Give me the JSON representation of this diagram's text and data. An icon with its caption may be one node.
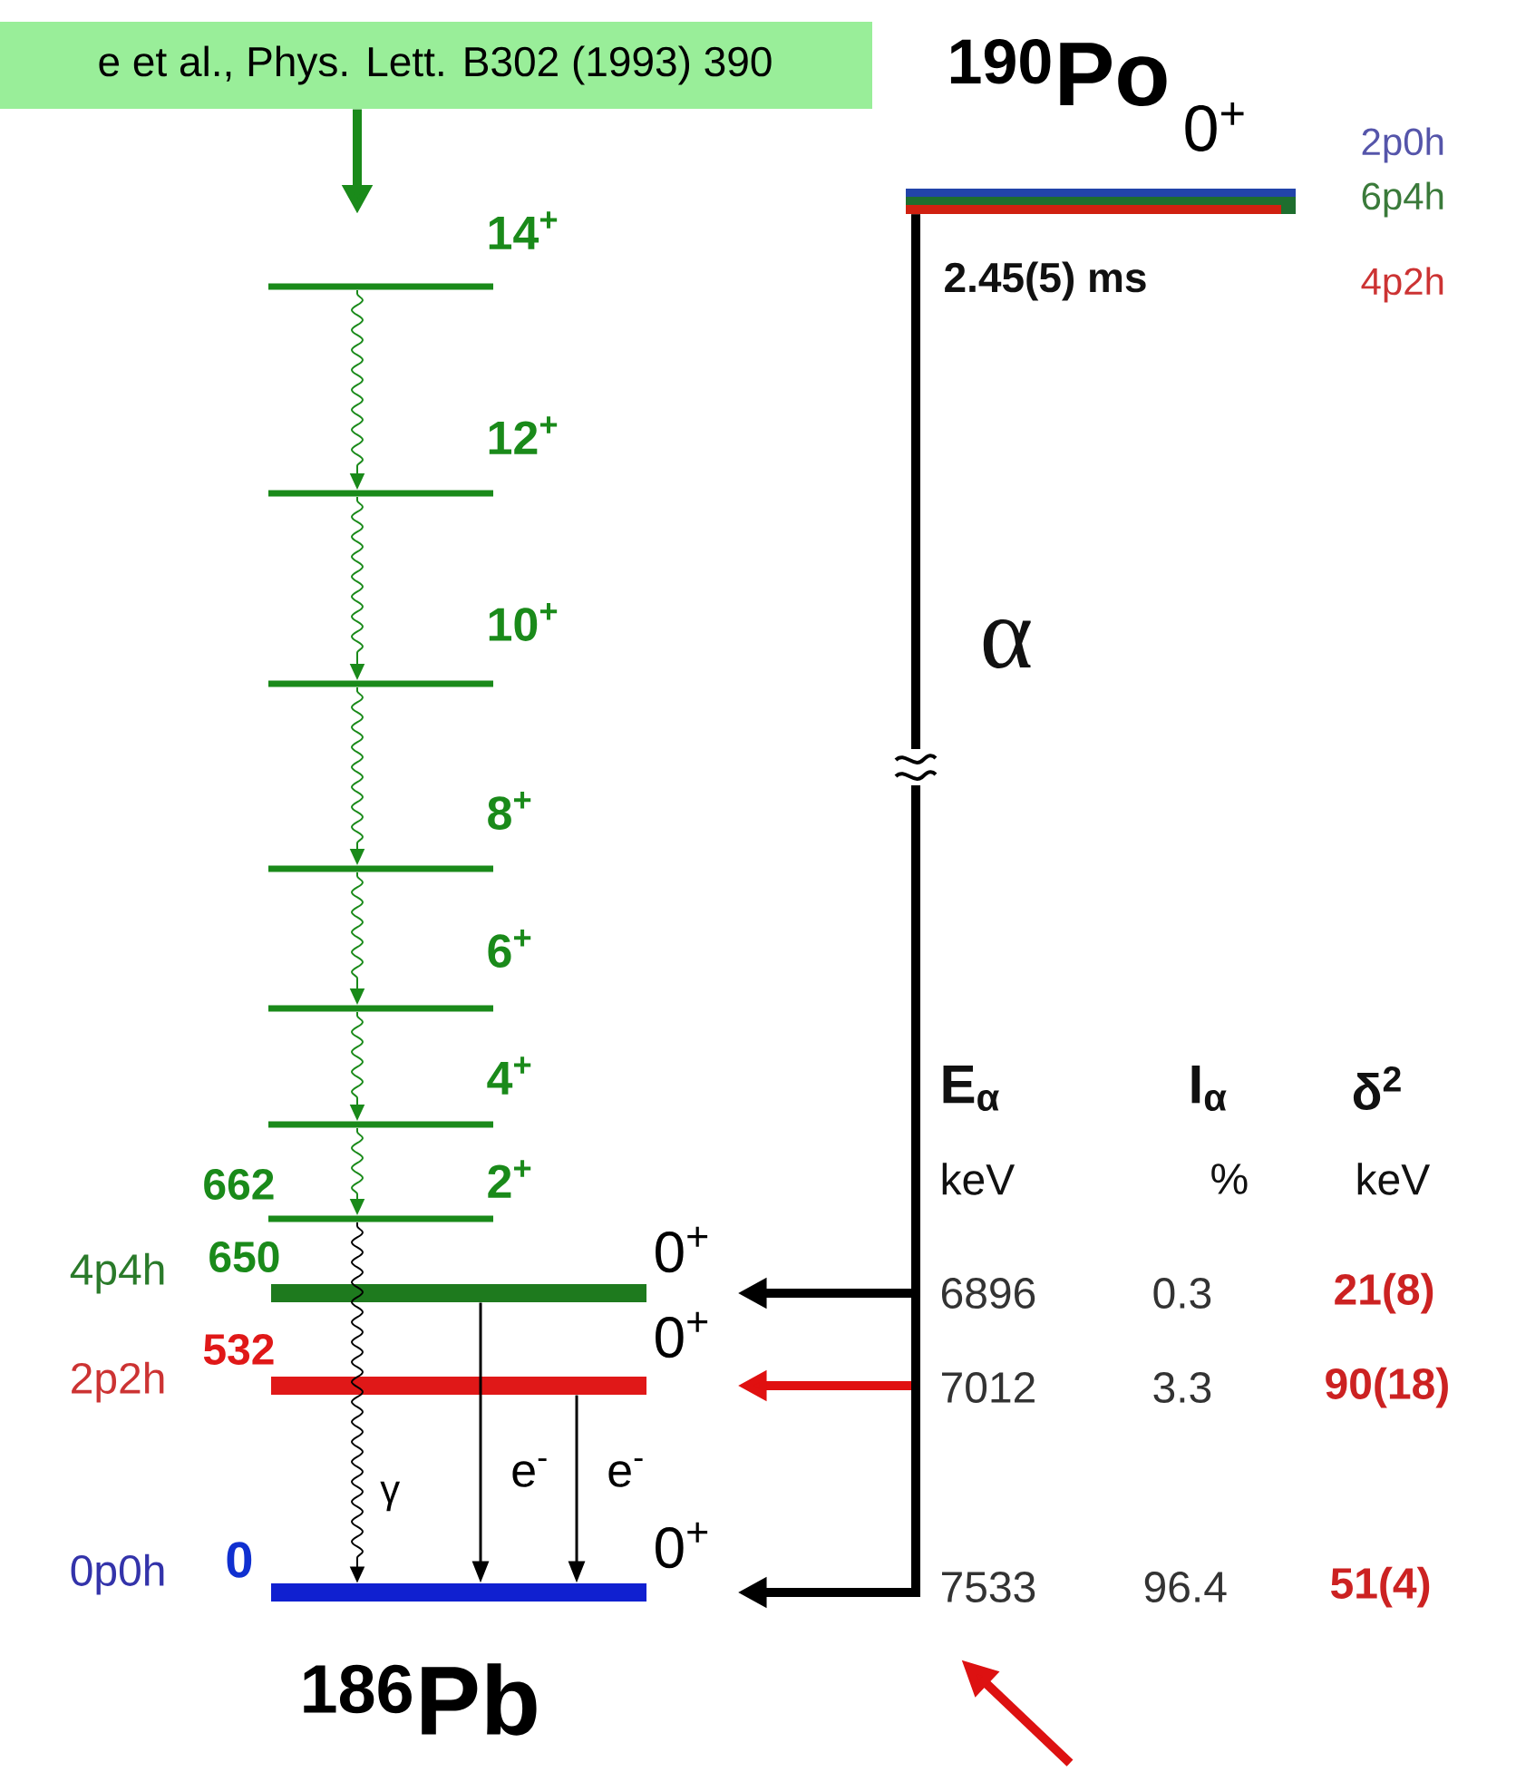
{
  "diagram": {
    "nodes": [
      {
        "text": [
          "e et al., Phys. Lett. B302 (1993) 390"
        ]
      },
      {
        "text": [],
        "shape": "bar",
        "beside": [
          "14$^{+}$"
        ]
      },
      {
        "text": [],
        "shape": "bar",
        "beside": [
          "12$^{+}$"
        ]
      },
      {
        "text": [],
        "shape": "bar",
        "beside": [
          "10$^{+}$"
        ]
      },
      {
        "text": [],
        "shape": "bar",
        "beside": [
          "8$^{+}$"
        ]
      },
      {
        "text": [],
        "shape": "bar",
        "beside": [
          "6$^{+}$"
        ]
      },
      {
        "text": [],
        "shape": "bar",
        "beside": [
          "4$^{+}$"
        ]
      },
      {
        "text": [],
        "shape": "bar",
        "beside": [
          "2$^{+}$",
          "662"
        ]
      },
      {
        "text": [],
        "shape": "bar",
        "beside": [
          "4p4h",
          "650",
          "0$^{+}$"
        ]
      },
      {
        "text": [],
        "shape": "bar",
        "beside": [
          "2p2h",
          "532",
          "0$^{+}$"
        ]
      },
      {
        "text": [],
        "shape": "bar",
        "beside": [
          "0p0h",
          "0",
          "0$^{+}$"
        ]
      },
      {
        "text": [],
        "shape": "bar",
        "beside": [
          "$^{190}$Po",
          "0$^{+}$",
          "2p0h",
          "6p4h",
          "4p2h",
          "2.45(5) ms"
        ]
      }
    ],
    "edges": [
      {
        "from": 0,
        "to": 1,
        "arrow": "to",
        "style": "thick"
      },
      {
        "from": 1,
        "to": 2,
        "arrow": "to"
      },
      {
        "from": 2,
        "to": 3,
        "arrow": "to"
      },
      {
        "from": 3,
        "to": 4,
        "arrow": "to"
      },
      {
        "from": 4,
        "to": 5,
        "arrow": "to"
      },
      {
        "from": 5,
        "to": 6,
        "arrow": "to"
      },
      {
        "from": 6,
        "to": 7,
        "arrow": "to"
      },
      {
        "from": 7,
        "to": 10,
        "arrow": "to",
        "color": "#000000",
        "label": "γ"
      },
      {
        "from": 8,
        "to": 10,
        "arrow": "to",
        "color": "#000000",
        "label": "e$^{-}$"
      },
      {
        "from": 9,
        "to": 10,
        "arrow": "to",
        "color": "#000000",
        "label": "e$^{-}$"
      },
      {
        "from": 11,
        "to": 9,
        "arrow": "to",
        "style": "thick",
        "color": "#e01010"
      },
      {
        "from": 11,
        "to": 8,
        "arrow": "to",
        "style": "thick",
        "color": "#000000"
      },
      {
        "from": 11,
        "to": 10,
        "arrow": "to",
        "style": "thick",
        "color": "#000000"
      }
    ],
    "labels": [
      "α",
      "E$_{α}$",
      "I$_{α}$",
      "δ$^{2}$",
      "keV",
      "%",
      "keV",
      "6896",
      "0.3",
      "21(8)",
      "7012",
      "3.3",
      "90(18)",
      "7533",
      "96.4",
      "51(4)",
      "$^{186}$Pb"
    ]
  }
}
